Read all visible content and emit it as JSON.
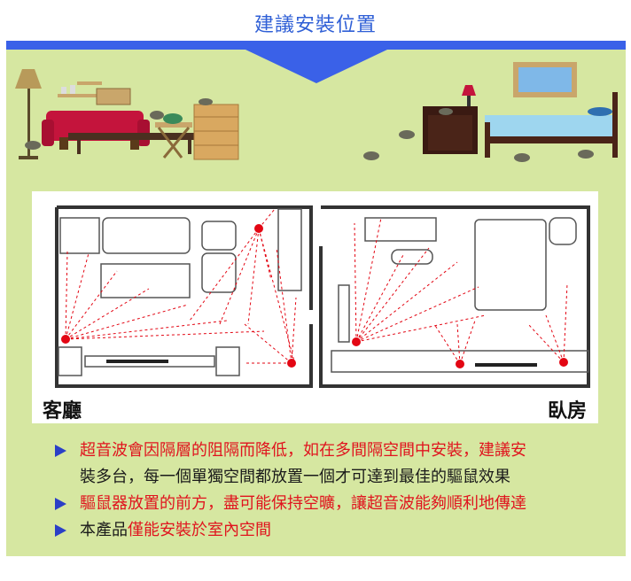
{
  "header": {
    "title": "建議安裝位置"
  },
  "colors": {
    "title": "#2f5fd6",
    "banner": "#3a61e8",
    "background": "#d6e7a1",
    "dot": "#e30613",
    "bullet": "#2a3fc7",
    "highlight": "#e0141e"
  },
  "rooms": {
    "living": "客廳",
    "bedroom": "臥房"
  },
  "notes": [
    {
      "lines": [
        "超音波會因隔層的阻隔而降低，如在多間隔空間中安裝，建議安",
        "裝多台，每一個單獨空間都放置一個才可達到最佳的驅鼠效果"
      ]
    },
    {
      "line": "驅鼠器放置的前方，盡可能保持空曠，讓超音波能夠順利地傳達"
    },
    {
      "plain": "本產品",
      "emph": "僅能安裝於室內空間"
    }
  ]
}
